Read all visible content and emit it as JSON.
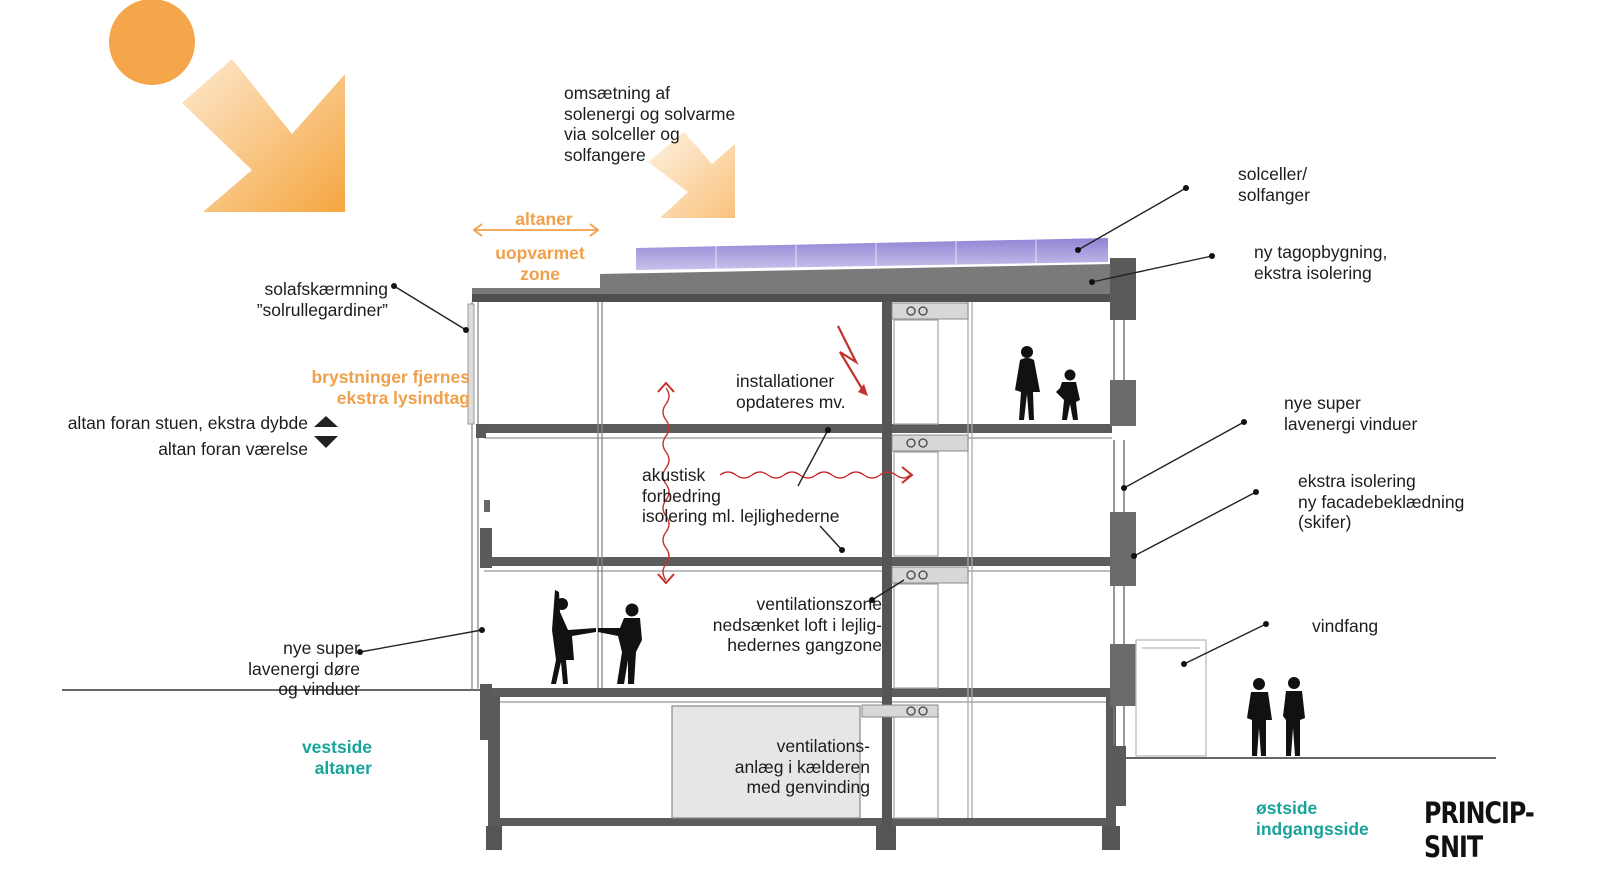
{
  "labels": {
    "solar_conversion": "omsætning af\nsolenergi og solvarme\nvia solceller og\nsolfangere",
    "solar_cells": "solceller/\nsolfanger",
    "roof": "ny tagopbygning,\nekstra isolering",
    "balconies_top": "altaner",
    "unheated_zone": "uopvarmet\nzone",
    "sun_shading": "solafskærmning\n”solrullegardiner”",
    "parapets": "brystninger fjernes\nekstra lysindtag",
    "balcony_living": "altan foran stuen, ekstra dybde",
    "balcony_room": "altan foran værelse",
    "installations": "installationer\nopdateres mv.",
    "acoustic": "akustisk\nforbedring\nisolering ml. lejlighederne",
    "new_windows": "nye super\nlavenergi vinduer",
    "facade": "ekstra isolering\nny facadebeklædning\n(skifer)",
    "ventilation_zone": "ventilationszone\nnedsænket loft i lejlig-\nhedernes gangzone",
    "doors_windows": "nye super\nlavenergi døre\nog vinduer",
    "vestibule": "vindfang",
    "ventilation_plant": "ventilations-\nanlæg i kælderen\nmed genvinding",
    "west_side": "vestside\naltaner",
    "east_side": "østside\nindgangsside",
    "title": "PRINCIP-SNIT"
  },
  "colors": {
    "orange": "#f0a04b",
    "teal": "#1aa39a",
    "red": "#c4302b",
    "structure": "#5a5a5a",
    "solar_panel": "#9a8fd6",
    "sun": "#f5a54a"
  },
  "icons": [
    "sun-icon",
    "sun-ray-arrow-icon",
    "red-zigzag-arrow-icon",
    "double-arrow-icon",
    "person-silhouette-icon"
  ]
}
